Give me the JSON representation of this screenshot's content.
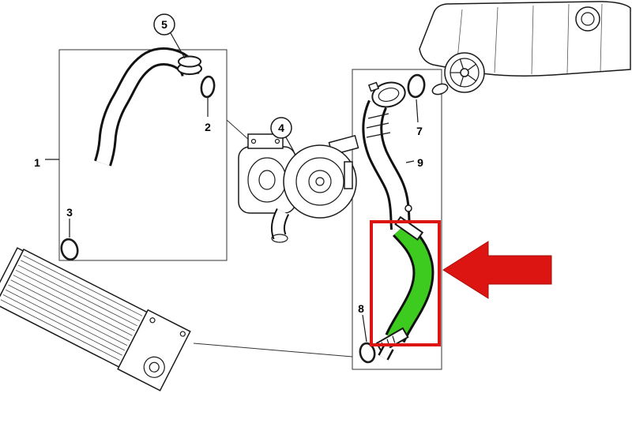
{
  "diagram": {
    "labels": {
      "l1": "1",
      "l2": "2",
      "l3": "3",
      "l4": "4",
      "l5": "5",
      "l7": "7",
      "l8": "8",
      "l9": "9"
    },
    "colors": {
      "highlight_red": "#dd1512",
      "highlight_green": "#3ecb1f",
      "line": "#1a1a1a",
      "background": "#ffffff"
    }
  }
}
